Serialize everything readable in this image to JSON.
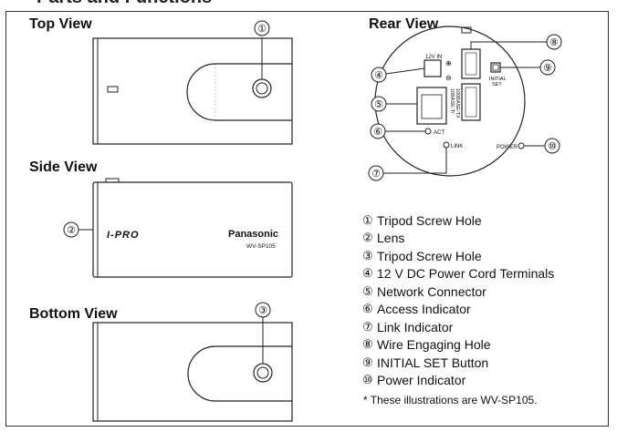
{
  "header": {
    "partial_title": "Parts and Functions"
  },
  "views": {
    "top": {
      "title": "Top View"
    },
    "side": {
      "title": "Side View",
      "brand": "Panasonic",
      "model": "WV-SP105",
      "logo": "I-PRO"
    },
    "bottom": {
      "title": "Bottom View"
    },
    "rear": {
      "title": "Rear View",
      "dc_label": "12V IN",
      "plus": "⊕",
      "minus": "⊖",
      "net_label_1": "10BASE-T/",
      "net_label_2": "100BASE-TX",
      "act": "ACT",
      "link": "LINK",
      "power": "POWER",
      "initial": "INITIAL",
      "set": "SET"
    }
  },
  "callouts": [
    "①",
    "②",
    "③",
    "④",
    "⑤",
    "⑥",
    "⑦",
    "⑧",
    "⑨",
    "⑩"
  ],
  "legend": [
    {
      "num": "①",
      "label": "Tripod Screw Hole"
    },
    {
      "num": "②",
      "label": "Lens"
    },
    {
      "num": "③",
      "label": "Tripod Screw Hole"
    },
    {
      "num": "④",
      "label": "12 V DC Power Cord Terminals"
    },
    {
      "num": "⑤",
      "label": "Network Connector"
    },
    {
      "num": "⑥",
      "label": "Access Indicator"
    },
    {
      "num": "⑦",
      "label": "Link Indicator"
    },
    {
      "num": "⑧",
      "label": "Wire Engaging Hole"
    },
    {
      "num": "⑨",
      "label": "INITIAL SET Button"
    },
    {
      "num": "⑩",
      "label": "Power Indicator"
    }
  ],
  "footnote": "* These illustrations are WV-SP105."
}
